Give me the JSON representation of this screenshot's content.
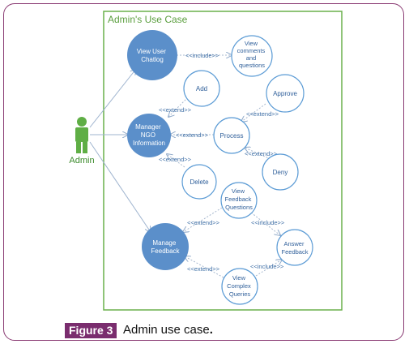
{
  "system": {
    "title": "Admin's Use Case"
  },
  "actor": {
    "label": "Admin"
  },
  "use_cases": {
    "view_user_chatlog": [
      "View User",
      "Chatlog"
    ],
    "view_comments": [
      "View",
      "comments",
      "and",
      "questions"
    ],
    "add": [
      "Add"
    ],
    "approve": [
      "Approve"
    ],
    "manager_ngo": [
      "Manager",
      "NGO",
      "Information"
    ],
    "process": [
      "Process"
    ],
    "deny": [
      "Deny"
    ],
    "delete": [
      "Delete"
    ],
    "view_feedback_questions": [
      "View",
      "Feedback",
      "Questions"
    ],
    "manage_feedback": [
      "Manage",
      "Feedback"
    ],
    "answer_feedback": [
      "Answer",
      "Feedback"
    ],
    "view_complex_queries": [
      "View",
      "Complex",
      "Queries"
    ]
  },
  "relations": {
    "include": "<<include>>",
    "extend": "<<extend>>"
  },
  "caption": {
    "label": "Figure 3",
    "text": "Admin use case",
    "end": "."
  },
  "colors": {
    "frame": "#8a3b73",
    "caption_bg": "#7a2d6e",
    "system_border": "#6ab04c",
    "main_case": "#5b8fca",
    "case_border": "#5b9bd5",
    "actor": "#5fae45"
  }
}
